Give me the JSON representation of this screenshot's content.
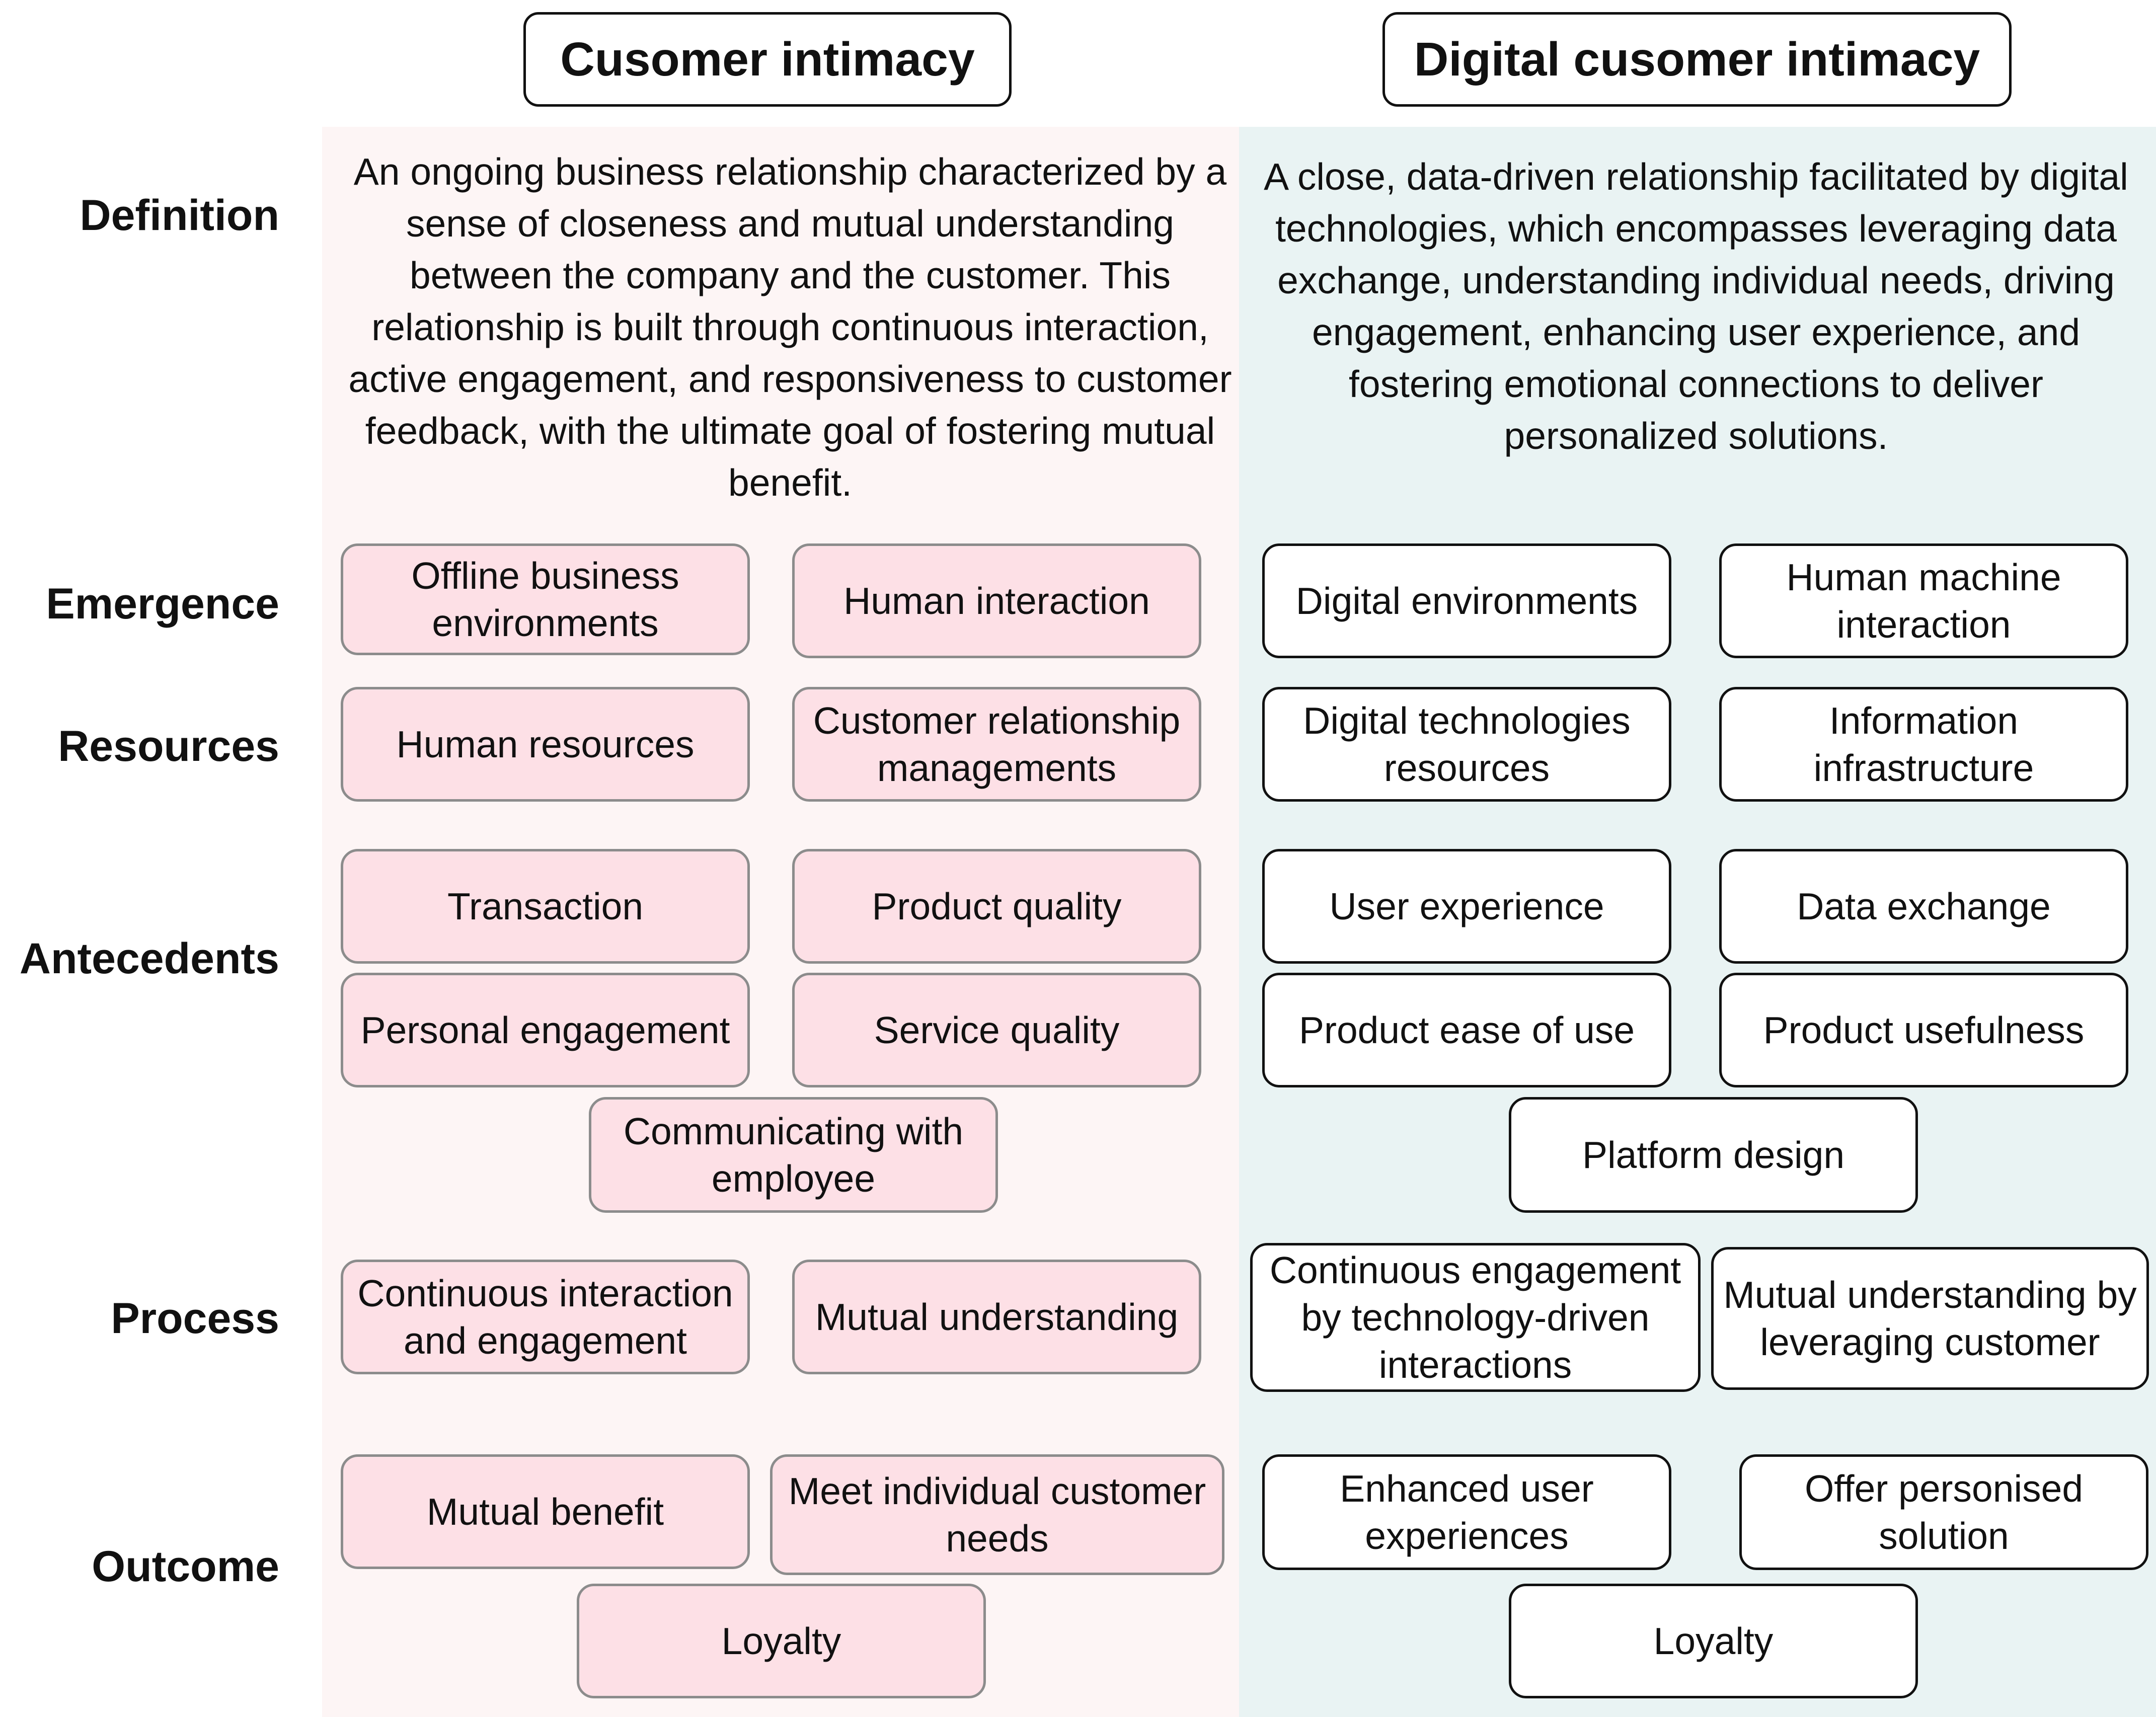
{
  "columns": {
    "left": {
      "title": "Cusomer intimacy",
      "definition": "An ongoing business relationship characterized by a sense of closeness and mutual understanding between the company and the customer. This relationship is built through continuous interaction, active engagement, and responsiveness to customer feedback, with the ultimate goal of fostering mutual benefit."
    },
    "right": {
      "title": "Digital cusomer intimacy",
      "definition": "A close, data-driven relationship facilitated by digital technologies, which encompasses leveraging data exchange, understanding individual needs, driving engagement, enhancing user experience, and fostering emotional connections to deliver personalized solutions."
    }
  },
  "rows": {
    "definition": "Definition",
    "emergence": "Emergence",
    "resources": "Resources",
    "antecedents": "Antecedents",
    "process": "Process",
    "outcome": "Outcome"
  },
  "boxes": {
    "left": {
      "emergence": [
        "Offline business environments",
        "Human interaction"
      ],
      "resources": [
        "Human resources",
        "Customer relationship managements"
      ],
      "antecedents": [
        "Transaction",
        "Product quality",
        "Personal engagement",
        "Service quality",
        "Communicating with employee"
      ],
      "process": [
        "Continuous interaction and engagement",
        "Mutual understanding"
      ],
      "outcome": [
        "Mutual benefit",
        "Meet individual customer needs",
        "Loyalty"
      ]
    },
    "right": {
      "emergence": [
        "Digital environments",
        "Human machine interaction"
      ],
      "resources": [
        "Digital technologies resources",
        "Information infrastructure"
      ],
      "antecedents": [
        "User experience",
        "Data exchange",
        "Product ease of use",
        "Product usefulness",
        "Platform design"
      ],
      "process": [
        "Continuous engagement by technology-driven interactions",
        "Mutual understanding by leveraging customer"
      ],
      "outcome": [
        "Enhanced user experiences",
        "Offer personised solution",
        "Loyalty"
      ]
    }
  },
  "colors": {
    "left_panel_bg": "#fdf5f5",
    "right_panel_bg": "#e9f3f3",
    "left_box_fill": "#fde0e6",
    "left_box_border": "#8c8c8c",
    "right_box_fill": "#ffffff",
    "right_box_border": "#111111"
  }
}
